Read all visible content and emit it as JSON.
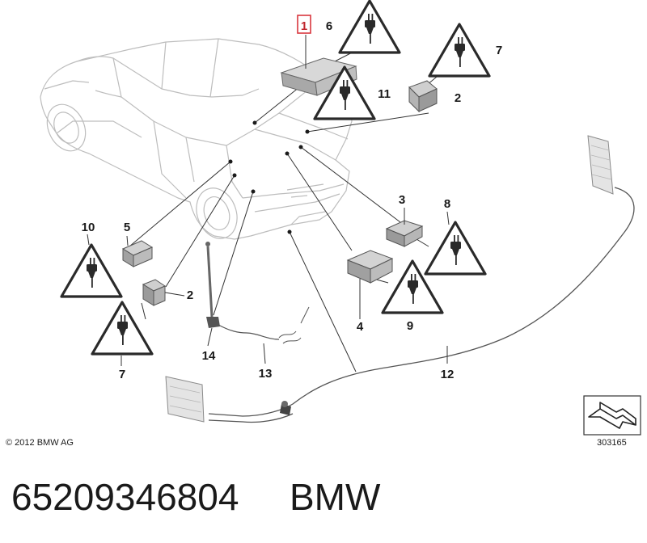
{
  "diagram": {
    "callouts": {
      "c1": "1",
      "c6": "6",
      "c11": "11",
      "c7a": "7",
      "c2a": "2",
      "c3": "3",
      "c8": "8",
      "c4": "4",
      "c9": "9",
      "c10": "10",
      "c5": "5",
      "c2b": "2",
      "c7b": "7",
      "c14": "14",
      "c13": "13",
      "c12": "12"
    },
    "highlight_color": "#d9363e",
    "icon": "plug-warning-triangle-icon"
  },
  "footer": {
    "copyright": "© 2012 BMW AG",
    "drawing_number": "303165"
  },
  "caption": {
    "part_number": "65209346804",
    "brand": "BMW"
  }
}
